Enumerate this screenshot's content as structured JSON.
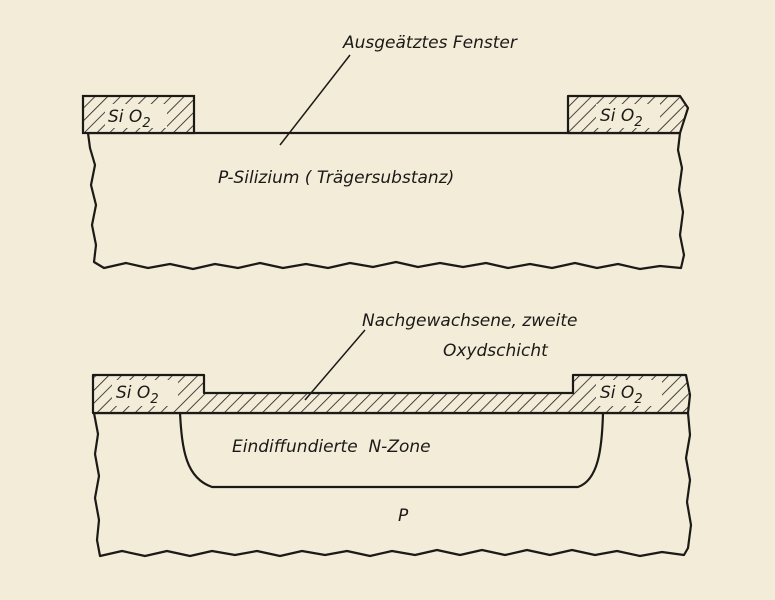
{
  "top_panel": {
    "callout": "Ausgeätztes Fenster",
    "substrate_label": "P-Silizium ( Trägersubstanz)",
    "oxide_left": {
      "main": "Si O",
      "sub": "2"
    },
    "oxide_right": {
      "main": "Si O",
      "sub": "2"
    }
  },
  "bottom_panel": {
    "callout_line1": "Nachgewachsene, zweite",
    "callout_line2": "Oxydschicht",
    "n_zone_label": "Eindiffundierte  N-Zone",
    "p_label": "P",
    "oxide_left": {
      "main": "Si O",
      "sub": "2"
    },
    "oxide_right": {
      "main": "Si O",
      "sub": "2"
    }
  },
  "colors": {
    "paper": "#f3ecd9",
    "ink": "#1c1a17"
  }
}
